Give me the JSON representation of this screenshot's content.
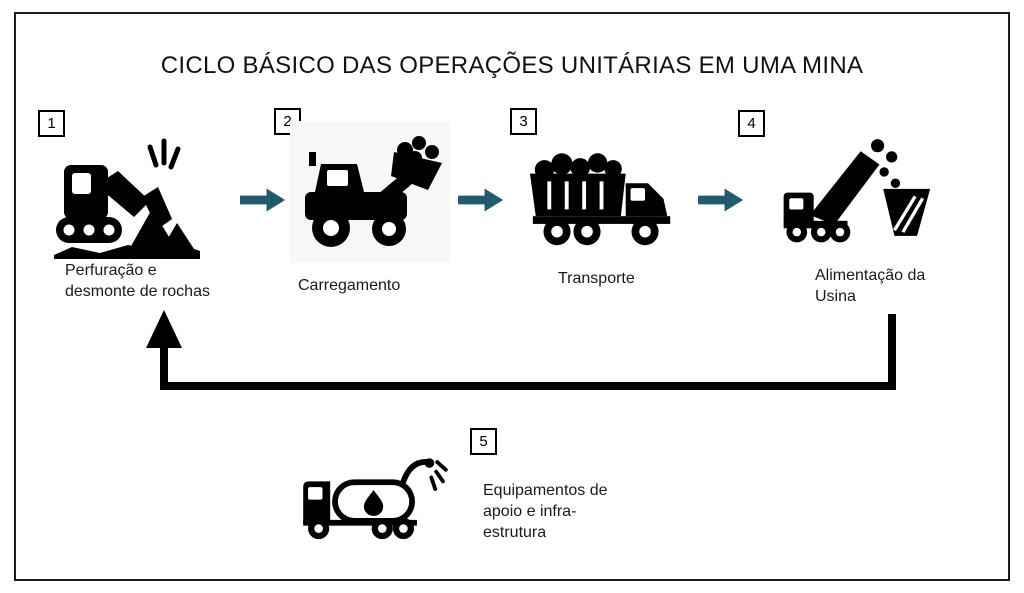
{
  "title": "CICLO BÁSICO DAS OPERAÇÕES UNITÁRIAS EM UMA MINA",
  "colors": {
    "arrow": "#1f5c73",
    "icon": "#000000",
    "border": "#000000",
    "background": "#ffffff"
  },
  "steps": [
    {
      "number": "1",
      "label": "Perfuração e\ndesmonte de rochas",
      "icon": "drill-blast-icon"
    },
    {
      "number": "2",
      "label": "Carregamento",
      "icon": "wheel-loader-icon"
    },
    {
      "number": "3",
      "label": "Transporte",
      "icon": "dump-truck-icon"
    },
    {
      "number": "4",
      "label": "Alimentação da\nUsina",
      "icon": "plant-feed-icon"
    },
    {
      "number": "5",
      "label": "Equipamentos de\napoio e infra-\nestrutura",
      "icon": "water-truck-icon"
    }
  ],
  "flow": {
    "forward_arrow_icon": "right-arrow-icon",
    "return_arrow_icon": "loop-return-arrow-icon"
  }
}
